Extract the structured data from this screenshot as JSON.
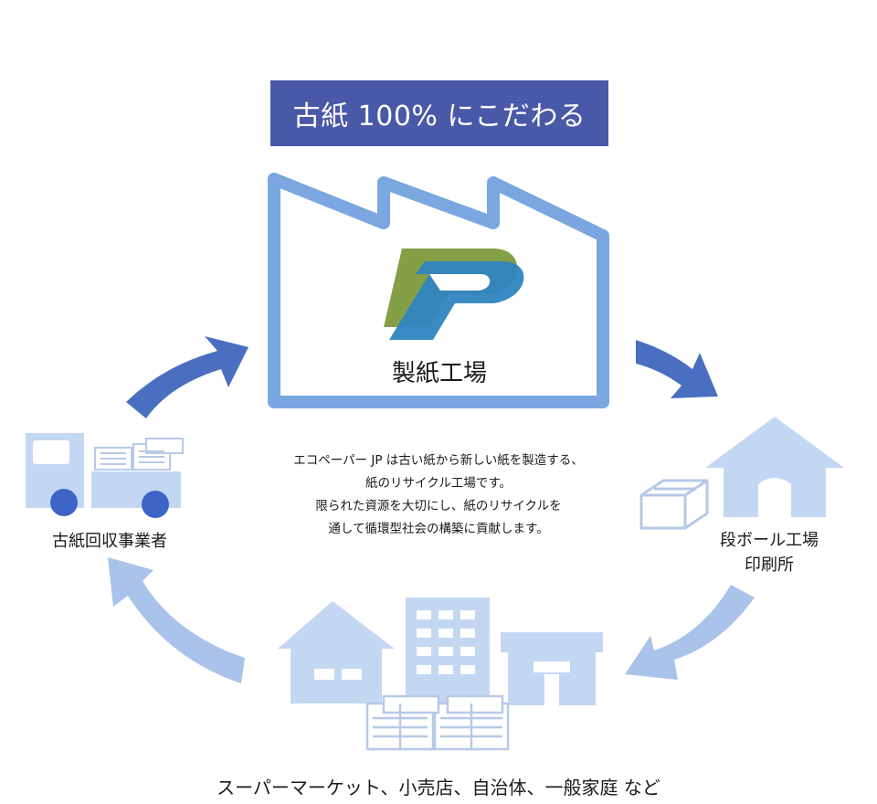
{
  "banner": {
    "title": "古紙 100% にこだわる"
  },
  "factory": {
    "label": "製紙工場"
  },
  "description": {
    "lines": [
      "エコペーパー JP は古い紙から新しい紙を製造する、",
      "紙のリサイクル工場です。",
      "限られた資源を大切にし、紙のリサイクルを",
      "通して循環型社会の構築に貢献します。"
    ]
  },
  "collector": {
    "label": "古紙回収事業者"
  },
  "cardboard": {
    "line1": "段ボール工場",
    "line2": "印刷所"
  },
  "sources": {
    "label": "スーパーマーケット、小売店、自治体、一般家庭 など"
  },
  "colors": {
    "banner": "#4a58a8",
    "factory_outline": "#7aa7e0",
    "arrow_dark": "#4a6fc0",
    "arrow_light": "#a9c3ea",
    "icon_light": "#c4d7f2",
    "logo_green": "#7d9a3c",
    "logo_blue": "#2f84c0"
  }
}
